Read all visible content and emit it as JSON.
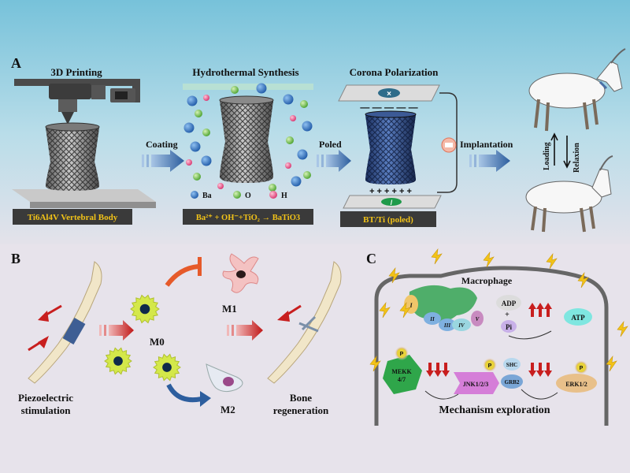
{
  "panels": {
    "a": {
      "label": "A",
      "step1_title": "3D Printing",
      "step2_title": "Hydrothermal Synthesis",
      "step3_title": "Corona Polarization",
      "arrow1_label": "Coating",
      "arrow2_label": "Poled",
      "arrow3_label": "Implantation",
      "caption1": "Ti6Al4V Vertebral Body",
      "caption2": "Ba²⁺ + OH⁻+TiO₂ → BaTiO3",
      "caption3": "BT/Ti (poled)",
      "legend": [
        {
          "label": "Ba",
          "color": "#2f6db5"
        },
        {
          "label": "O",
          "color": "#6cc04a"
        },
        {
          "label": "H",
          "color": "#e8558a"
        }
      ],
      "electrode_top_symbol": "×",
      "electrode_bottom_symbol": "/",
      "charges_top": "— — — — —",
      "charges_bottom": "+ + + + + +",
      "goat_loading": "Loading",
      "goat_relaxion": "Relaxion"
    },
    "b": {
      "label": "B",
      "m0": "M0",
      "m1": "M1",
      "m2": "M2",
      "left_caption_line1": "Piezoelectric",
      "left_caption_line2": "stimulation",
      "right_caption_line1": "Bone",
      "right_caption_line2": "regeneration"
    },
    "c": {
      "label": "C",
      "cell_title": "Macrophage",
      "complex_labels": [
        "I",
        "II",
        "III",
        "IV",
        "V"
      ],
      "adp": "ADP",
      "plus": "+",
      "pi": "Pi",
      "atp": "ATP",
      "mekk": "MEKK\n4/7",
      "jnk": "JNK1/2/3",
      "shc": "SHC",
      "grb2": "GRB2",
      "erk": "ERK1/2",
      "phospho": "P",
      "caption": "Mechanism  exploration"
    }
  },
  "colors": {
    "top_bg": "#7fc6dc",
    "bottom_bg": "#e8e4ec",
    "caption_box": "#3a3a3a",
    "caption_text": "#f2c318",
    "flow_arrow": "#2d5e9e",
    "red_arrow": "#c81e1e",
    "lightning": "#f2c318"
  }
}
